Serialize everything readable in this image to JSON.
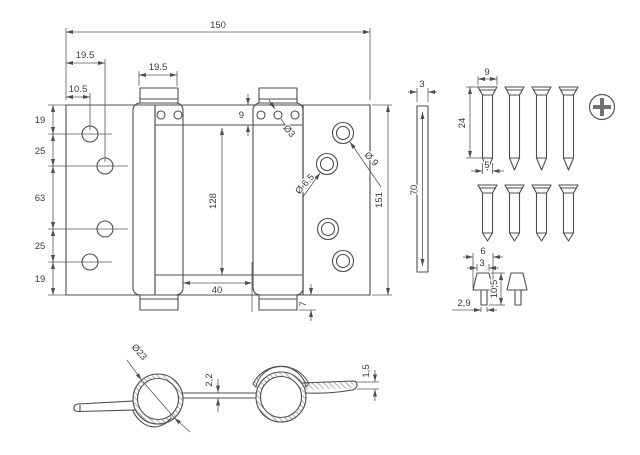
{
  "drawing": {
    "front_view": {
      "overall_width": "150",
      "hole_col2_offset": "19.5",
      "hole_col1_offset": "10.5",
      "barrel_width": "19.5",
      "edge_top": "19",
      "spacing_top": "25",
      "spacing_middle": "63",
      "spacing_bottom": "25",
      "edge_bottom": "19",
      "strip_height": "9",
      "small_hole_dia": "Ø3",
      "screw_hole_inner_dia": "Ø 6.5",
      "screw_hole_outer_dia": "Ø 9",
      "center_cutout_height": "128",
      "barrel_gap": "40",
      "cap_height": "7",
      "overall_height": "151"
    },
    "side_view": {
      "thickness": "3",
      "length": "70"
    },
    "screws": {
      "head_dia": "9",
      "length": "24",
      "shank_dia": "5"
    },
    "tips": {
      "base_width": "6",
      "top_width": "3",
      "height": "10,5",
      "stem_dia": "2,9"
    },
    "top_view": {
      "knuckle_dia": "Ø23",
      "center_plate_thickness": "2,2",
      "leaf_thickness": "1,5"
    },
    "colors": {
      "line": "#4d4d4d",
      "dim_line": "#5a5a5a",
      "text": "#3a3a3a",
      "hatch": "#9a9a9a"
    }
  }
}
